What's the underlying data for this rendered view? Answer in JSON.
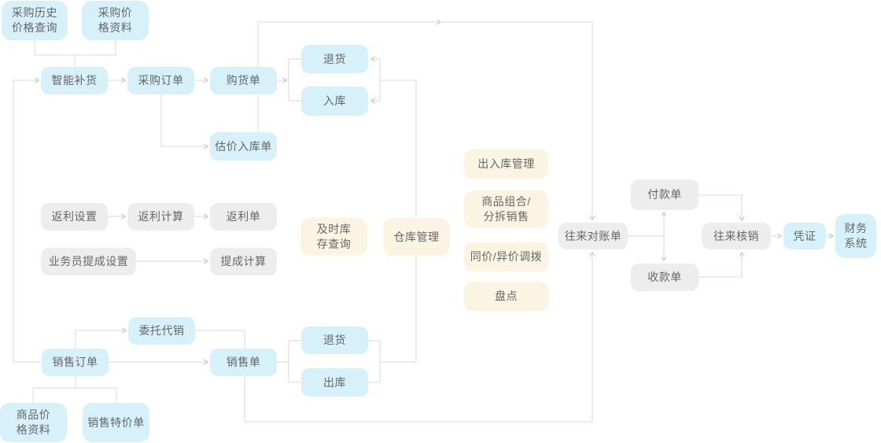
{
  "colors": {
    "blue": "#d6f1fa",
    "gray": "#ededed",
    "cream": "#fcf4e3",
    "line": "#d9d9d9",
    "arrow": "#c6c6c6",
    "text": "#666666",
    "background": "#ffffff"
  },
  "diagram": {
    "nodes": {
      "purchase_history_price_query": {
        "label": "采购历史\n价格查询"
      },
      "purchase_price_data": {
        "label": "采购价\n格资料"
      },
      "smart_replenishment": {
        "label": "智能补货"
      },
      "purchase_order": {
        "label": "采购订单"
      },
      "purchase_bill": {
        "label": "购货单"
      },
      "purchase_return": {
        "label": "退货"
      },
      "stock_in": {
        "label": "入库"
      },
      "valuation_stock_in_bill": {
        "label": "估价入库单"
      },
      "rebate_settings": {
        "label": "返利设置"
      },
      "rebate_calculation": {
        "label": "返利计算"
      },
      "rebate_bill": {
        "label": "返利单"
      },
      "salesman_commission_settings": {
        "label": "业务员提成设置"
      },
      "commission_calculation": {
        "label": "提成计算"
      },
      "realtime_inventory_query": {
        "label": "及时库\n存查询"
      },
      "warehouse_management": {
        "label": "仓库管理"
      },
      "in_out_warehouse_management": {
        "label": "出入库管理"
      },
      "product_combine_split_sales": {
        "label": "商品组合/\n分拆销售"
      },
      "same_diff_price_transfer": {
        "label": "同价/异价调拨"
      },
      "stocktaking": {
        "label": "盘点"
      },
      "current_account_statement": {
        "label": "往来对账单"
      },
      "payment_bill": {
        "label": "付款单"
      },
      "receipt_bill": {
        "label": "收款单"
      },
      "current_account_write_off": {
        "label": "往来核销"
      },
      "voucher": {
        "label": "凭证"
      },
      "finance_system": {
        "label": "财务\n系统"
      },
      "consignment_sales": {
        "label": "委托代销"
      },
      "sales_order": {
        "label": "销售订单"
      },
      "sales_bill": {
        "label": "销售单"
      },
      "sales_return": {
        "label": "退货"
      },
      "stock_out": {
        "label": "出库"
      },
      "product_price_data": {
        "label": "商品价\n格资料"
      },
      "sales_special_price_bill": {
        "label": "销售特价单"
      }
    },
    "edges": [
      {
        "from": "purchase_history_price_query",
        "to": "smart_replenishment",
        "arrow": false
      },
      {
        "from": "purchase_price_data",
        "to": "smart_replenishment",
        "arrow": false
      },
      {
        "from": "sales_order",
        "to": "smart_replenishment",
        "arrow": true
      },
      {
        "from": "smart_replenishment",
        "to": "purchase_order",
        "arrow": true
      },
      {
        "from": "purchase_order",
        "to": "purchase_bill",
        "arrow": true
      },
      {
        "from": "purchase_order",
        "to": "valuation_stock_in_bill",
        "arrow": true
      },
      {
        "from": "purchase_bill",
        "to": "valuation_stock_in_bill",
        "arrow": false
      },
      {
        "from": "purchase_bill",
        "to": "purchase_return",
        "arrow": true
      },
      {
        "from": "purchase_bill",
        "to": "stock_in",
        "arrow": true
      },
      {
        "from": "warehouse_management",
        "to": "purchase_return",
        "arrow": true
      },
      {
        "from": "warehouse_management",
        "to": "stock_in",
        "arrow": true
      },
      {
        "from": "purchase_bill",
        "to": "current_account_statement",
        "arrow": true
      },
      {
        "from": "rebate_settings",
        "to": "rebate_calculation",
        "arrow": true
      },
      {
        "from": "rebate_calculation",
        "to": "rebate_bill",
        "arrow": true
      },
      {
        "from": "salesman_commission_settings",
        "to": "commission_calculation",
        "arrow": true
      },
      {
        "from": "product_price_data",
        "to": "sales_order",
        "arrow": false
      },
      {
        "from": "sales_special_price_bill",
        "to": "sales_order",
        "arrow": false
      },
      {
        "from": "sales_order",
        "to": "consignment_sales",
        "arrow": true
      },
      {
        "from": "sales_order",
        "to": "sales_bill",
        "arrow": true
      },
      {
        "from": "sales_bill",
        "to": "sales_return",
        "arrow": false
      },
      {
        "from": "sales_bill",
        "to": "stock_out",
        "arrow": false
      },
      {
        "from": "sales_return",
        "to": "warehouse_management",
        "arrow": false
      },
      {
        "from": "stock_out",
        "to": "warehouse_management",
        "arrow": false
      },
      {
        "from": "consignment_sales",
        "to": "current_account_statement",
        "arrow": true
      },
      {
        "from": "current_account_statement",
        "to": "payment_bill",
        "arrow": true
      },
      {
        "from": "current_account_statement",
        "to": "receipt_bill",
        "arrow": true
      },
      {
        "from": "payment_bill",
        "to": "current_account_write_off",
        "arrow": true
      },
      {
        "from": "receipt_bill",
        "to": "current_account_write_off",
        "arrow": true
      },
      {
        "from": "current_account_write_off",
        "to": "voucher",
        "arrow": true
      },
      {
        "from": "voucher",
        "to": "finance_system",
        "arrow": true
      }
    ]
  }
}
